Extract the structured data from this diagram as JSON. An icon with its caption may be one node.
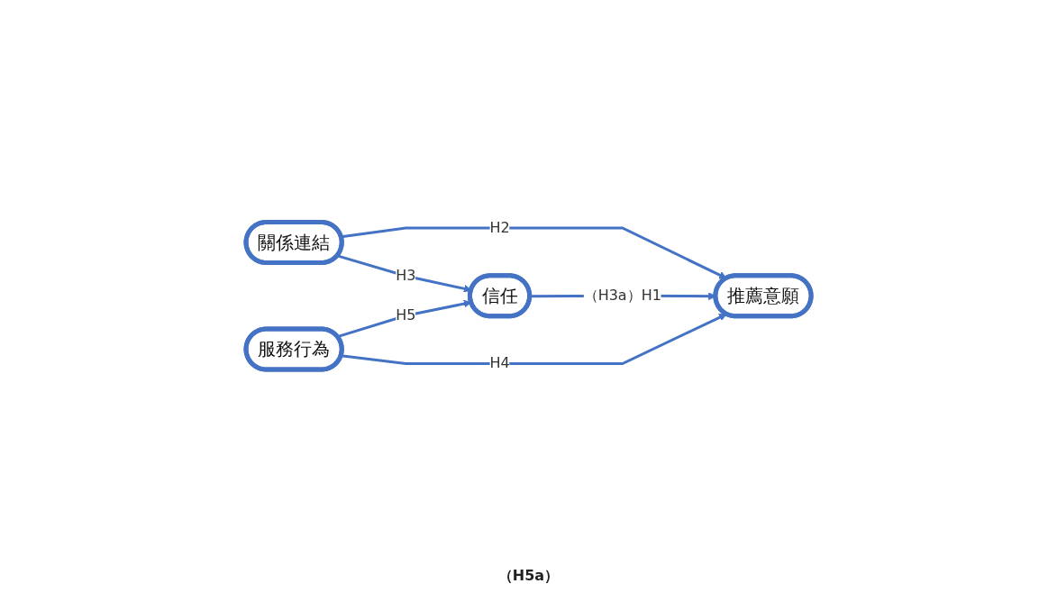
{
  "diagram": {
    "nodes": [
      {
        "text": [
          "關係連結"
        ]
      },
      {
        "text": [
          "信任"
        ]
      },
      {
        "text": [
          "推薦意願"
        ]
      },
      {
        "text": [
          "服務行為"
        ]
      }
    ],
    "edges": [
      {
        "from": 0,
        "to": 2,
        "arrow": "to",
        "label": "H2"
      },
      {
        "from": 0,
        "to": 1,
        "arrow": "to",
        "label": "H3"
      },
      {
        "from": 1,
        "to": 2,
        "arrow": "to",
        "label": "（H3a）H1"
      },
      {
        "from": 3,
        "to": 1,
        "arrow": "to",
        "label": "H5"
      },
      {
        "from": 3,
        "to": 2,
        "arrow": "to",
        "label": "H4"
      }
    ],
    "labels": [
      "（H5a）"
    ]
  }
}
